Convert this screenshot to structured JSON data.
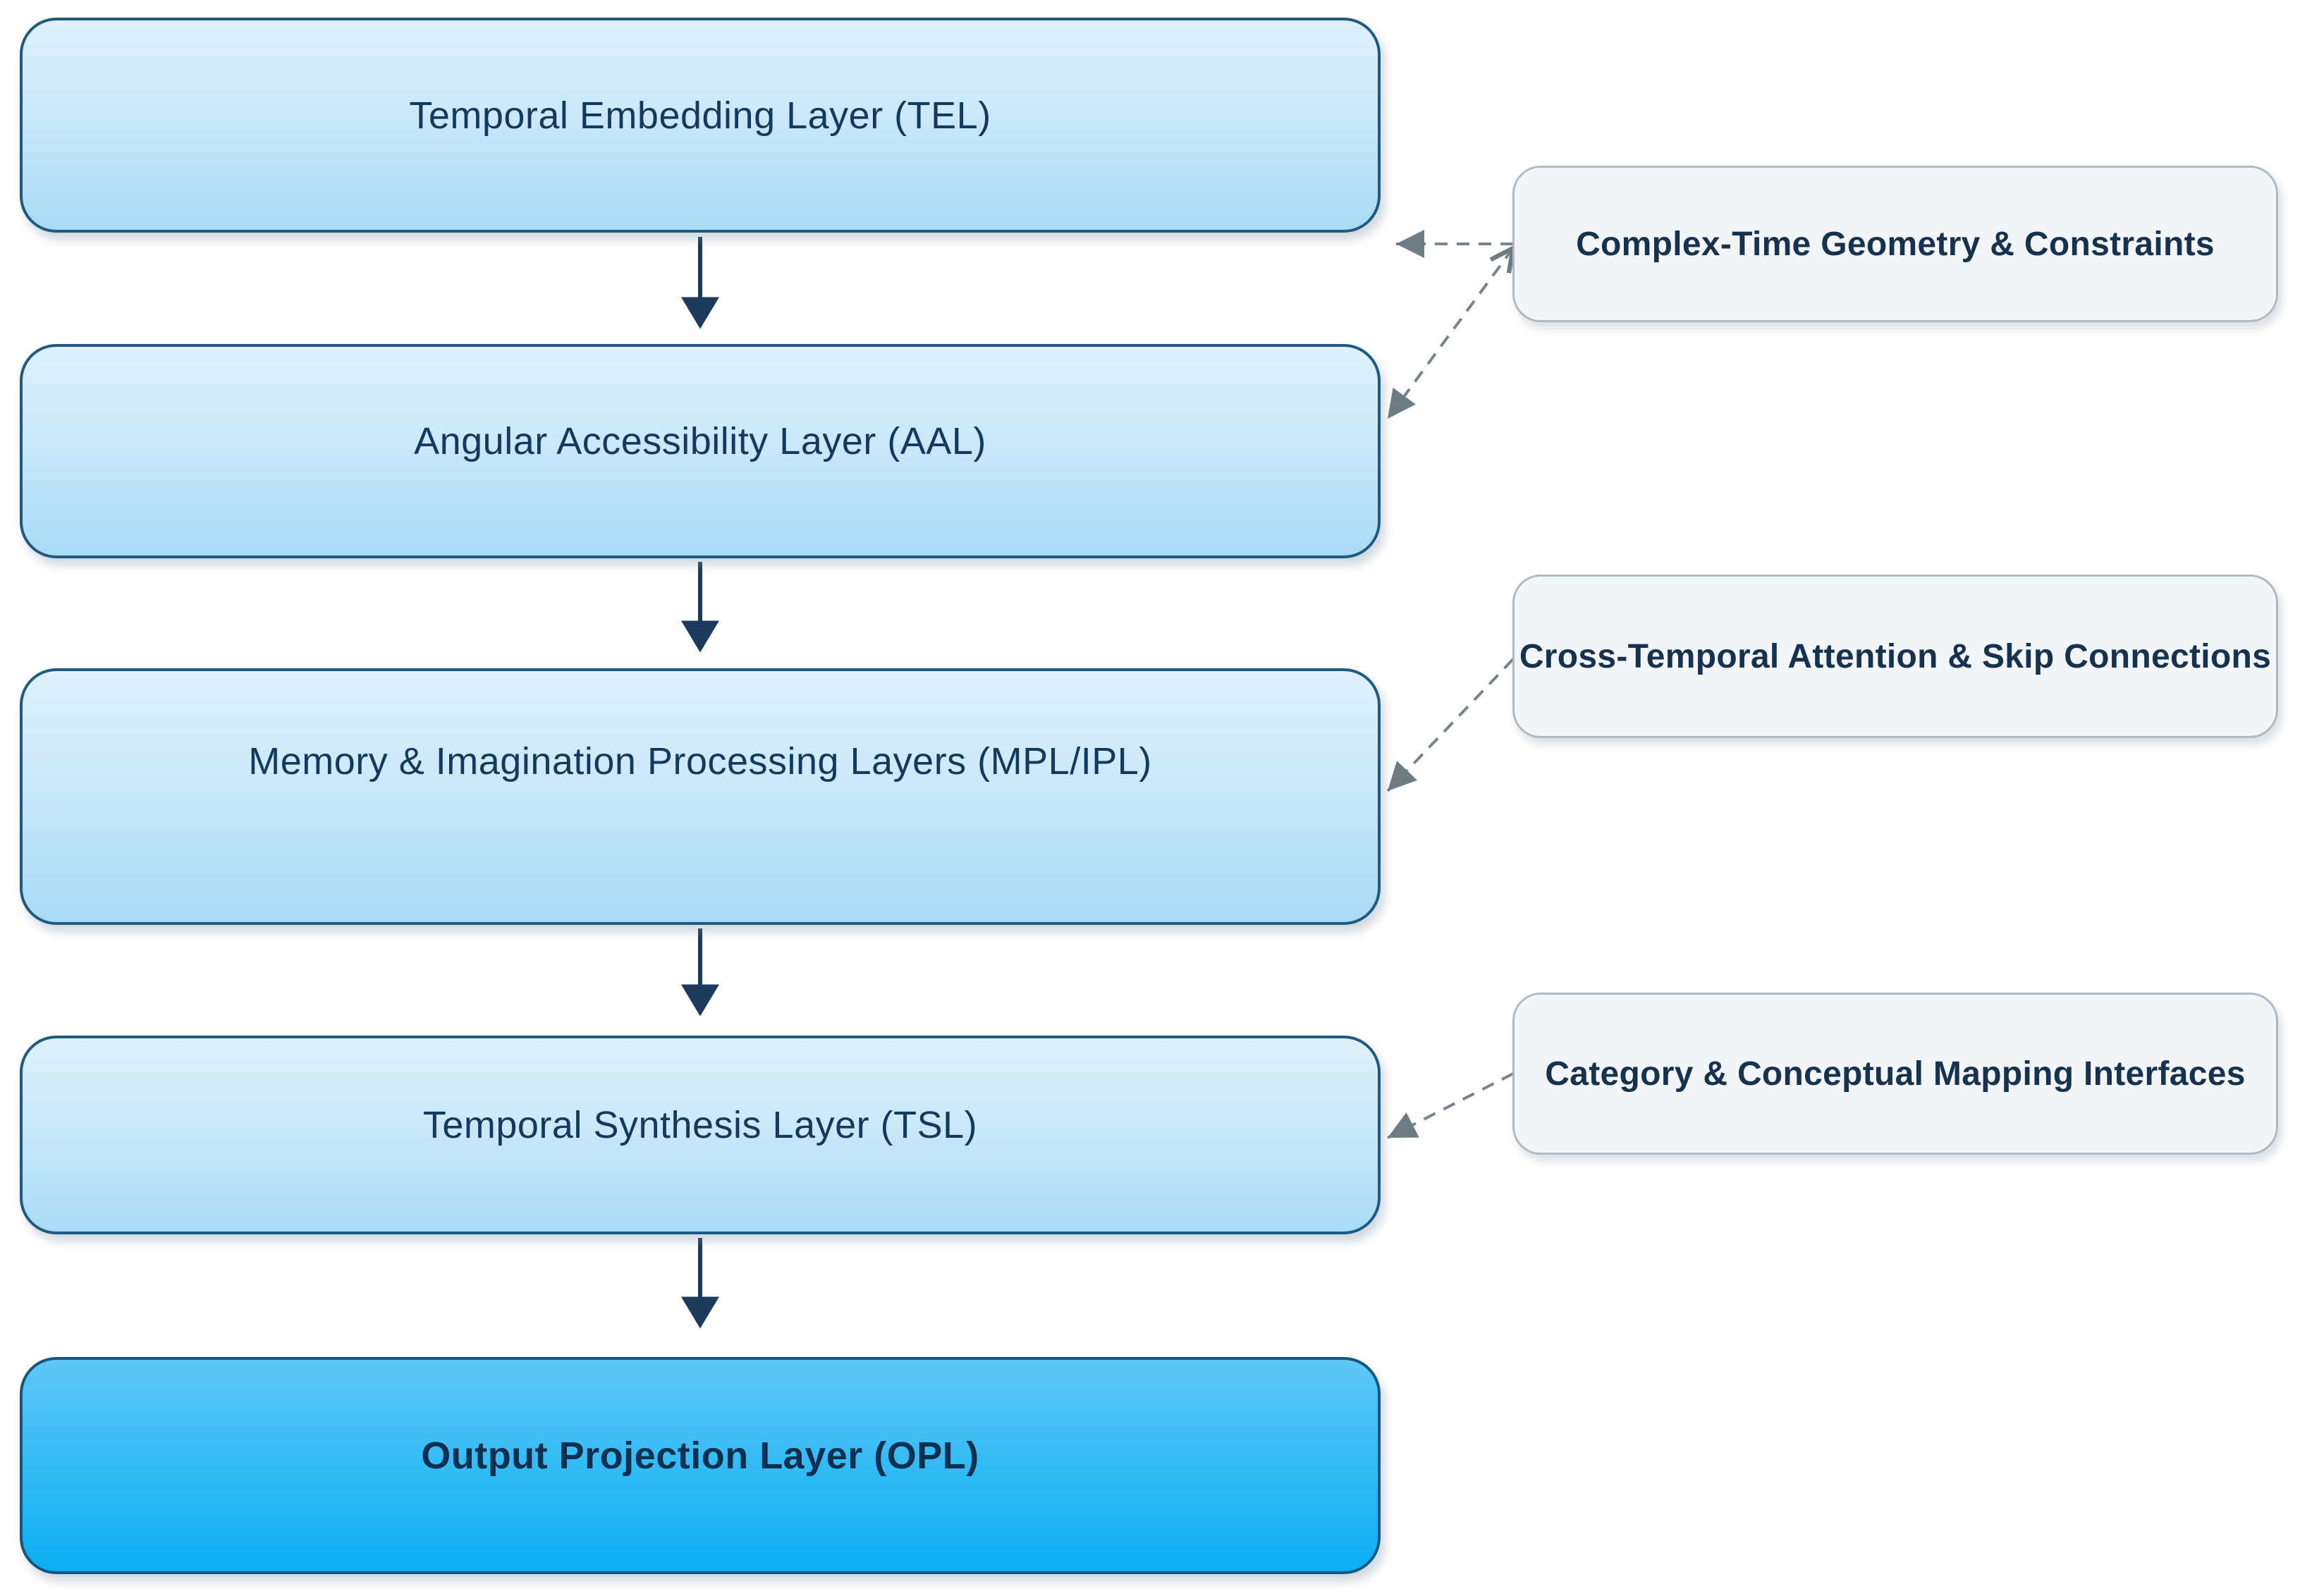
{
  "diagram": {
    "layers": [
      {
        "id": "TEL",
        "label": "Temporal Embedding Layer (TEL)"
      },
      {
        "id": "AAL",
        "label": "Angular Accessibility Layer (AAL)"
      },
      {
        "id": "MPL_IPL",
        "label": "Memory & Imagination Processing Layers (MPL/IPL)"
      },
      {
        "id": "TSL",
        "label": "Temporal Synthesis Layer (TSL)"
      },
      {
        "id": "OPL",
        "label": "Output Projection Layer (OPL)"
      }
    ],
    "notes": [
      {
        "label": "Complex-Time Geometry & Constraints",
        "connects_to": [
          "TEL",
          "AAL"
        ]
      },
      {
        "label": "Cross-Temporal Attention & Skip Connections",
        "connects_to": [
          "MPL_IPL"
        ]
      },
      {
        "label": "Category & Conceptual Mapping Interfaces",
        "connects_to": [
          "TSL"
        ]
      }
    ],
    "colors": {
      "layer_fill_top": "#def1fc",
      "layer_fill_bottom": "#a9dbf6",
      "layer_border": "#1e5b82",
      "output_fill_top": "#60c7f7",
      "output_fill_bottom": "#0caff3",
      "note_fill": "#f3f6f8",
      "note_border": "#afbac3",
      "flow_arrow": "#1b3a5c",
      "dashed_connector": "#76848b",
      "label_text": "#133a5c"
    }
  }
}
